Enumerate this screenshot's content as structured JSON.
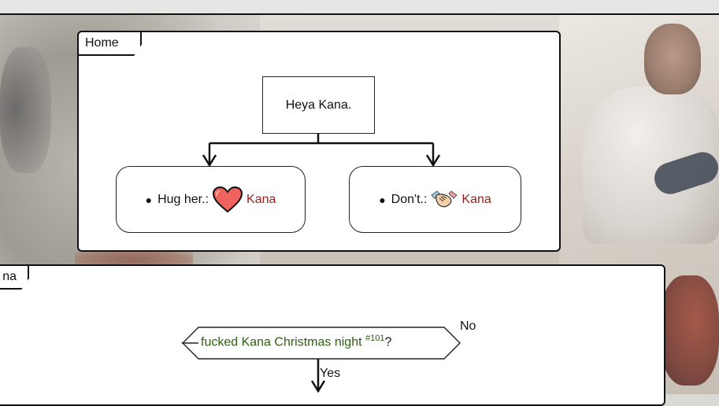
{
  "frames": {
    "home": {
      "tab_label": "Home"
    },
    "kana": {
      "tab_label": "na"
    }
  },
  "nodes": {
    "greeting": "Heya Kana.",
    "choice_hug": {
      "label": "Hug her.:",
      "character": "Kana",
      "icon": "heart-icon"
    },
    "choice_dont": {
      "label": "Don't.:",
      "character": "Kana",
      "icon": "handshake-icon"
    }
  },
  "condition": {
    "text": "fucked Kana Christmas night",
    "ref": "#101",
    "mark": "?",
    "no_label": "No",
    "yes_label": "Yes"
  },
  "colors": {
    "character_name": "#a01c1c",
    "condition_text": "#2e5e10",
    "heart": "#f0625e"
  }
}
